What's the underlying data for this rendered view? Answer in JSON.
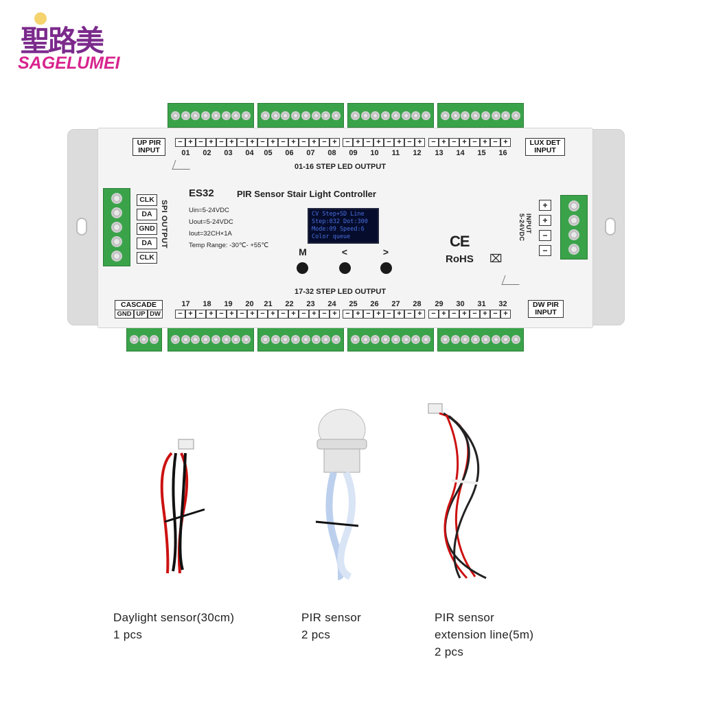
{
  "logo": {
    "hanzi": "聖路美",
    "latin": "SAGELUMEI"
  },
  "device": {
    "model": "ES32",
    "title": "PIR Sensor Stair Light Controller",
    "specs": [
      "Uin=5-24VDC",
      "Uout=5-24VDC",
      "Iout=32CH×1A",
      "Temp Range: -30℃- +55℃"
    ],
    "up_pir": "UP PIR\nINPUT",
    "lux_det": "LUX DET\nINPUT",
    "dw_pir": "DW PIR\nINPUT",
    "cascade": "CASCADE",
    "cascade_pins": [
      "GND",
      "UP",
      "DW"
    ],
    "top_output_label": "01-16 STEP LED OUTPUT",
    "bottom_output_label": "17-32 STEP LED OUTPUT",
    "spi_label": "SPI OUTPUT",
    "spi_pins": [
      "CLK",
      "DA",
      "GND",
      "DA",
      "CLK"
    ],
    "input_label": "INPUT\n5-24VDC",
    "input_pins": [
      "+",
      "+",
      "−",
      "−"
    ],
    "top_channels": [
      [
        "01",
        "02",
        "03",
        "04"
      ],
      [
        "05",
        "06",
        "07",
        "08"
      ],
      [
        "09",
        "10",
        "11",
        "12"
      ],
      [
        "13",
        "14",
        "15",
        "16"
      ]
    ],
    "bottom_channels": [
      [
        "17",
        "18",
        "19",
        "20"
      ],
      [
        "21",
        "22",
        "23",
        "24"
      ],
      [
        "25",
        "26",
        "27",
        "28"
      ],
      [
        "29",
        "30",
        "31",
        "32"
      ]
    ],
    "pm": [
      "−",
      "+",
      "−",
      "+",
      "−",
      "+",
      "−",
      "+"
    ],
    "oled_lines": [
      "CV Step+SD Line",
      "Step:032 Dot:300",
      "Mode:09  Speed:6",
      "Color queue"
    ],
    "buttons": [
      "M",
      "<",
      ">"
    ],
    "ce": "CE",
    "rohs": "RoHS",
    "bin_icon": "bin-crossed-icon"
  },
  "accessories": [
    {
      "lines": [
        "Daylight sensor(30cm)",
        "1 pcs"
      ]
    },
    {
      "lines": [
        "PIR sensor",
        "2 pcs"
      ]
    },
    {
      "lines": [
        "PIR sensor",
        "extension line(5m)",
        "2 pcs"
      ]
    }
  ],
  "colors": {
    "terminal_green": "#3aa34a",
    "logo_purple": "#7b2a8c",
    "logo_pink": "#d8248e",
    "oled_bg": "#050c2c",
    "oled_text": "#4a6fe0"
  }
}
